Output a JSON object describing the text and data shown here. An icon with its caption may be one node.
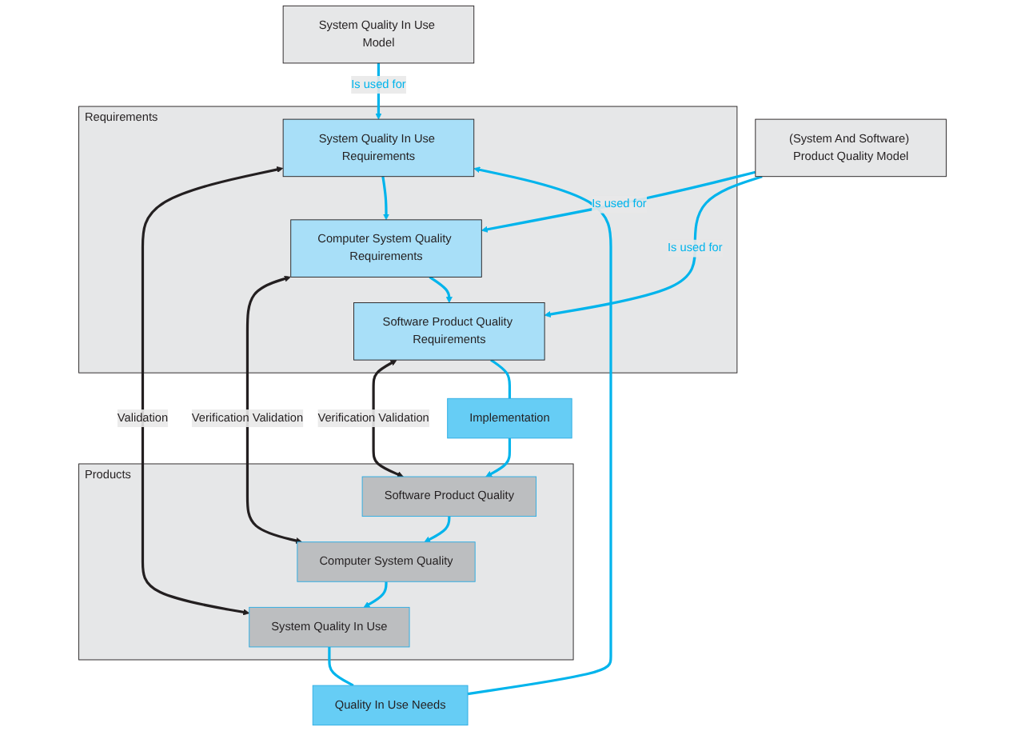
{
  "diagram": {
    "nodes": [
      {
        "text": [
          "System Quality In Use Model"
        ]
      },
      {
        "text": [
          "(System And Software) Product Quality Model"
        ]
      },
      {
        "text": [
          "Requirements"
        ]
      },
      {
        "text": [
          "Products"
        ]
      },
      {
        "text": [
          "Quality In Use Needs"
        ]
      },
      {
        "text": [
          "System Quality In Use Requirements"
        ],
        "in": 2
      },
      {
        "text": [
          "Computer System Quality Requirements"
        ],
        "in": 2
      },
      {
        "text": [
          "Software Product Quality Requirements"
        ],
        "in": 2
      },
      {
        "text": [
          "System Quality In Use"
        ],
        "in": 3
      },
      {
        "text": [
          "Computer System Quality"
        ],
        "in": 3
      },
      {
        "text": [
          "Software Product Quality"
        ],
        "in": 3
      },
      {
        "text": [
          "Implementation"
        ]
      }
    ],
    "edges": [
      {
        "from": 4,
        "to": 5,
        "arrow": "to"
      },
      {
        "from": 8,
        "to": 4,
        "arrow": "none"
      },
      {
        "from": 0,
        "to": 5,
        "arrow": "to",
        "label": "Is used for"
      },
      {
        "from": 1,
        "to": 6,
        "arrow": "to",
        "label": "Is used for"
      },
      {
        "from": 1,
        "to": 7,
        "arrow": "to",
        "label": "Is used for"
      },
      {
        "from": 5,
        "to": 8,
        "arrow": "both",
        "label": "Validation",
        "color": "#231f20"
      },
      {
        "from": 6,
        "to": 9,
        "arrow": "both",
        "label": "Verification Validation",
        "color": "#231f20"
      },
      {
        "from": 7,
        "to": 10,
        "arrow": "both",
        "label": "Verification Validation",
        "color": "#231f20"
      },
      {
        "from": 5,
        "to": 6,
        "arrow": "to"
      },
      {
        "from": 6,
        "to": 7,
        "arrow": "to"
      },
      {
        "from": 7,
        "to": 11,
        "arrow": "none"
      },
      {
        "from": 11,
        "to": 10,
        "arrow": "to"
      },
      {
        "from": 10,
        "to": 9,
        "arrow": "to"
      },
      {
        "from": 9,
        "to": 8,
        "arrow": "to"
      }
    ]
  }
}
